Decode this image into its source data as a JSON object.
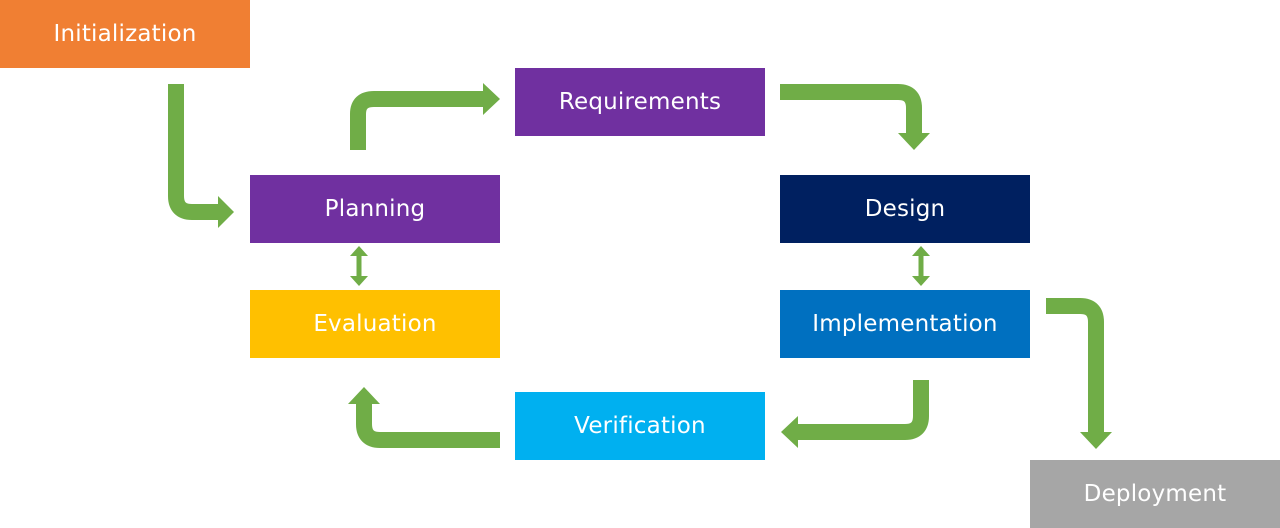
{
  "stages": {
    "initialization": {
      "label": "Initialization",
      "color": "#F07F33"
    },
    "requirements": {
      "label": "Requirements",
      "color": "#7030A0"
    },
    "planning": {
      "label": "Planning",
      "color": "#7030A0"
    },
    "design": {
      "label": "Design",
      "color": "#002060"
    },
    "evaluation": {
      "label": "Evaluation",
      "color": "#FFC000"
    },
    "implementation": {
      "label": "Implementation",
      "color": "#0070C0"
    },
    "verification": {
      "label": "Verification",
      "color": "#00B0F0"
    },
    "deployment": {
      "label": "Deployment",
      "color": "#A6A6A6"
    }
  },
  "arrow_color": "#70AD47"
}
